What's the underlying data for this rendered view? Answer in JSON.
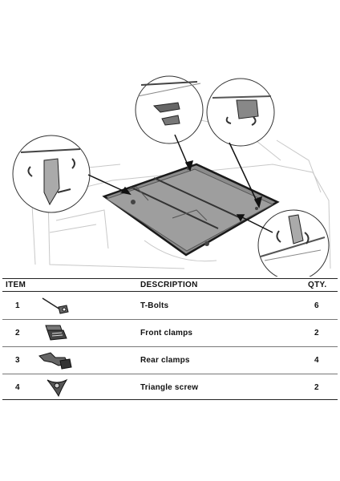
{
  "table": {
    "headers": {
      "item": "ITEM",
      "description": "DESCRIPTION",
      "qty": "QTY."
    },
    "rows": [
      {
        "item": "1",
        "icon": "t-bolt-icon",
        "description": "T-Bolts",
        "qty": "6"
      },
      {
        "item": "2",
        "icon": "front-clamp-icon",
        "description": "Front clamps",
        "qty": "2"
      },
      {
        "item": "3",
        "icon": "rear-clamp-icon",
        "description": "Rear clamps",
        "qty": "4"
      },
      {
        "item": "4",
        "icon": "triangle-screw-icon",
        "description": "Triangle screw",
        "qty": "2"
      }
    ]
  }
}
